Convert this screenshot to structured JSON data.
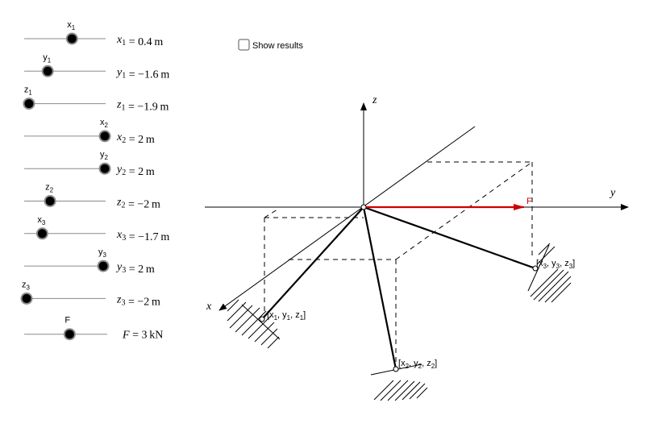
{
  "sliders": [
    {
      "id": "x1",
      "letter": "x",
      "sub": "1",
      "eq_var": "x",
      "eq_sub": "1",
      "value_text": "0.4",
      "unit": "m",
      "fraction": 0.58
    },
    {
      "id": "y1",
      "letter": "y",
      "sub": "1",
      "eq_var": "y",
      "eq_sub": "1",
      "value_text": "−1.6",
      "unit": "m",
      "fraction": 0.27
    },
    {
      "id": "z1",
      "letter": "z",
      "sub": "1",
      "eq_var": "z",
      "eq_sub": "1",
      "value_text": "−1.9",
      "unit": "m",
      "fraction": 0.03
    },
    {
      "id": "x2",
      "letter": "x",
      "sub": "2",
      "eq_var": "x",
      "eq_sub": "2",
      "value_text": "2",
      "unit": "m",
      "fraction": 1.0
    },
    {
      "id": "y2",
      "letter": "y",
      "sub": "2",
      "eq_var": "y",
      "eq_sub": "2",
      "value_text": "2",
      "unit": "m",
      "fraction": 1.0
    },
    {
      "id": "z2",
      "letter": "z",
      "sub": "2",
      "eq_var": "z",
      "eq_sub": "2",
      "value_text": "−2",
      "unit": "m",
      "fraction": 0.3
    },
    {
      "id": "x3",
      "letter": "x",
      "sub": "3",
      "eq_var": "x",
      "eq_sub": "3",
      "value_text": "−1.7",
      "unit": "m",
      "fraction": 0.2
    },
    {
      "id": "y3",
      "letter": "y",
      "sub": "3",
      "eq_var": "y",
      "eq_sub": "3",
      "value_text": "2",
      "unit": "m",
      "fraction": 0.98
    },
    {
      "id": "z3",
      "letter": "z",
      "sub": "3",
      "eq_var": "z",
      "eq_sub": "3",
      "value_text": "−2",
      "unit": "m",
      "fraction": 0.0
    },
    {
      "id": "F",
      "letter": "F",
      "sub": "",
      "eq_var": "F",
      "eq_sub": "",
      "value_text": "3",
      "unit": "kN",
      "fraction": 0.55
    }
  ],
  "checkbox": {
    "label": "Show results",
    "checked": false
  },
  "axes": {
    "x": "x",
    "y": "y",
    "z": "z"
  },
  "force_label": "F",
  "supports": [
    {
      "name": "support-1",
      "letter_x": "x",
      "letter_y": "y",
      "letter_z": "z",
      "sub": "1"
    },
    {
      "name": "support-2",
      "letter_x": "x",
      "letter_y": "y",
      "letter_z": "z",
      "sub": "2"
    },
    {
      "name": "support-3",
      "letter_x": "x",
      "letter_y": "y",
      "letter_z": "z",
      "sub": "3"
    }
  ],
  "colors": {
    "force": "#cc0000",
    "slider_track": "#8a8a8a",
    "knob_fill": "#000000",
    "knob_ring": "#8c8c8c",
    "line": "#000000"
  }
}
